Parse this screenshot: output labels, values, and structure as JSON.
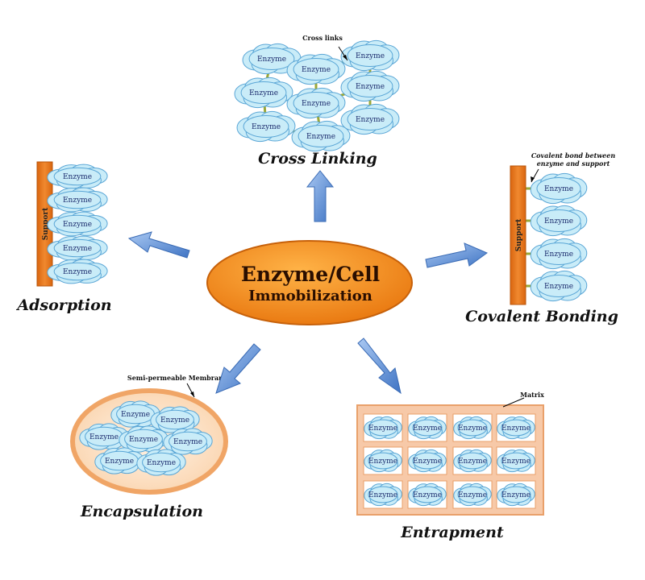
{
  "center": {
    "line1": "Enzyme/Cell",
    "line2": "Immobilization"
  },
  "enzyme_label": "Enzyme",
  "support_label": "Support",
  "cross_linking": {
    "title": "Cross Linking",
    "note": "Cross links"
  },
  "adsorption": {
    "title": "Adsorption"
  },
  "covalent": {
    "title": "Covalent Bonding",
    "note_line1": "Covalent bond between",
    "note_line2": "enzyme and support"
  },
  "encapsulation": {
    "title": "Encapsulation",
    "note": "Semi-permeable Membrane"
  },
  "entrapment": {
    "title": "Entrapment",
    "note": "Matrix"
  },
  "colors": {
    "cloud_fill": "#c9ecf8",
    "cloud_stroke": "#5aa6d6",
    "support_fill": "#e87722",
    "link_color": "#9aa83a",
    "arrow_fill": "#5b8fd6",
    "center_fill": "#f08a1e",
    "matrix_fill": "#f7c9a8"
  }
}
